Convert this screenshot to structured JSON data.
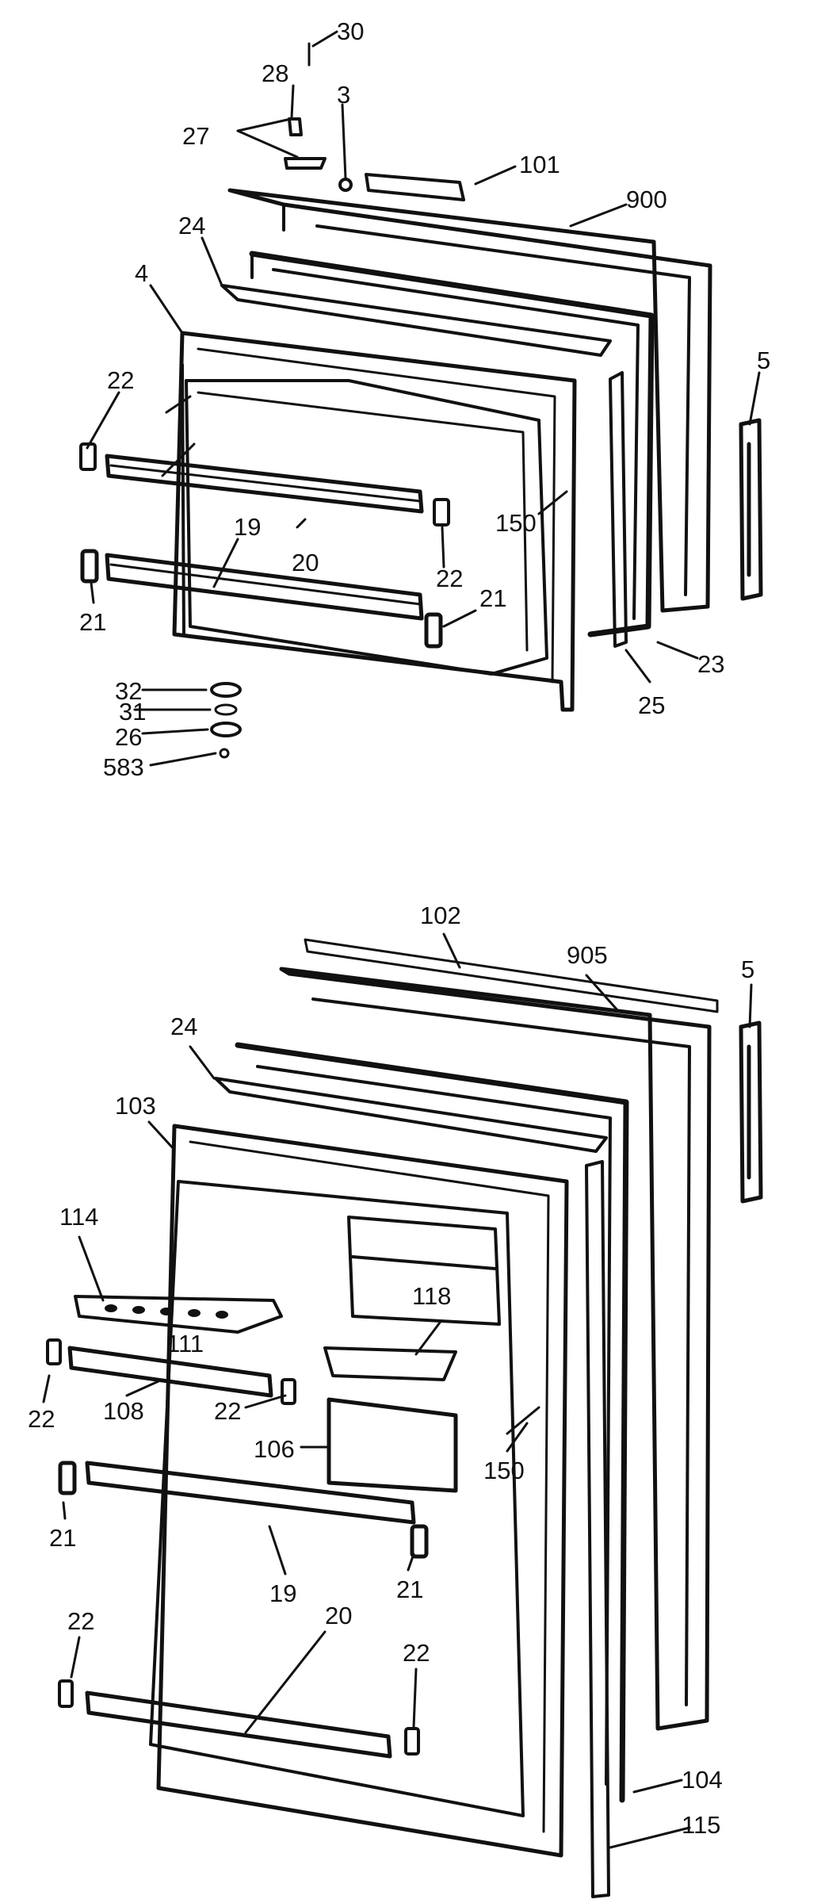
{
  "callouts": {
    "upper": [
      "30",
      "28",
      "3",
      "27",
      "101",
      "900",
      "24",
      "4",
      "5",
      "22",
      "150",
      "19",
      "20",
      "22",
      "21",
      "21",
      "23",
      "25",
      "32",
      "31",
      "26",
      "583"
    ],
    "lower": [
      "102",
      "905",
      "5",
      "24",
      "103",
      "114",
      "118",
      "111",
      "22",
      "108",
      "22",
      "106",
      "150",
      "21",
      "19",
      "21",
      "22",
      "20",
      "22",
      "104",
      "115"
    ]
  },
  "colors": {
    "line": "#111111",
    "background": "#ffffff",
    "gasket_dots": "#555555"
  }
}
